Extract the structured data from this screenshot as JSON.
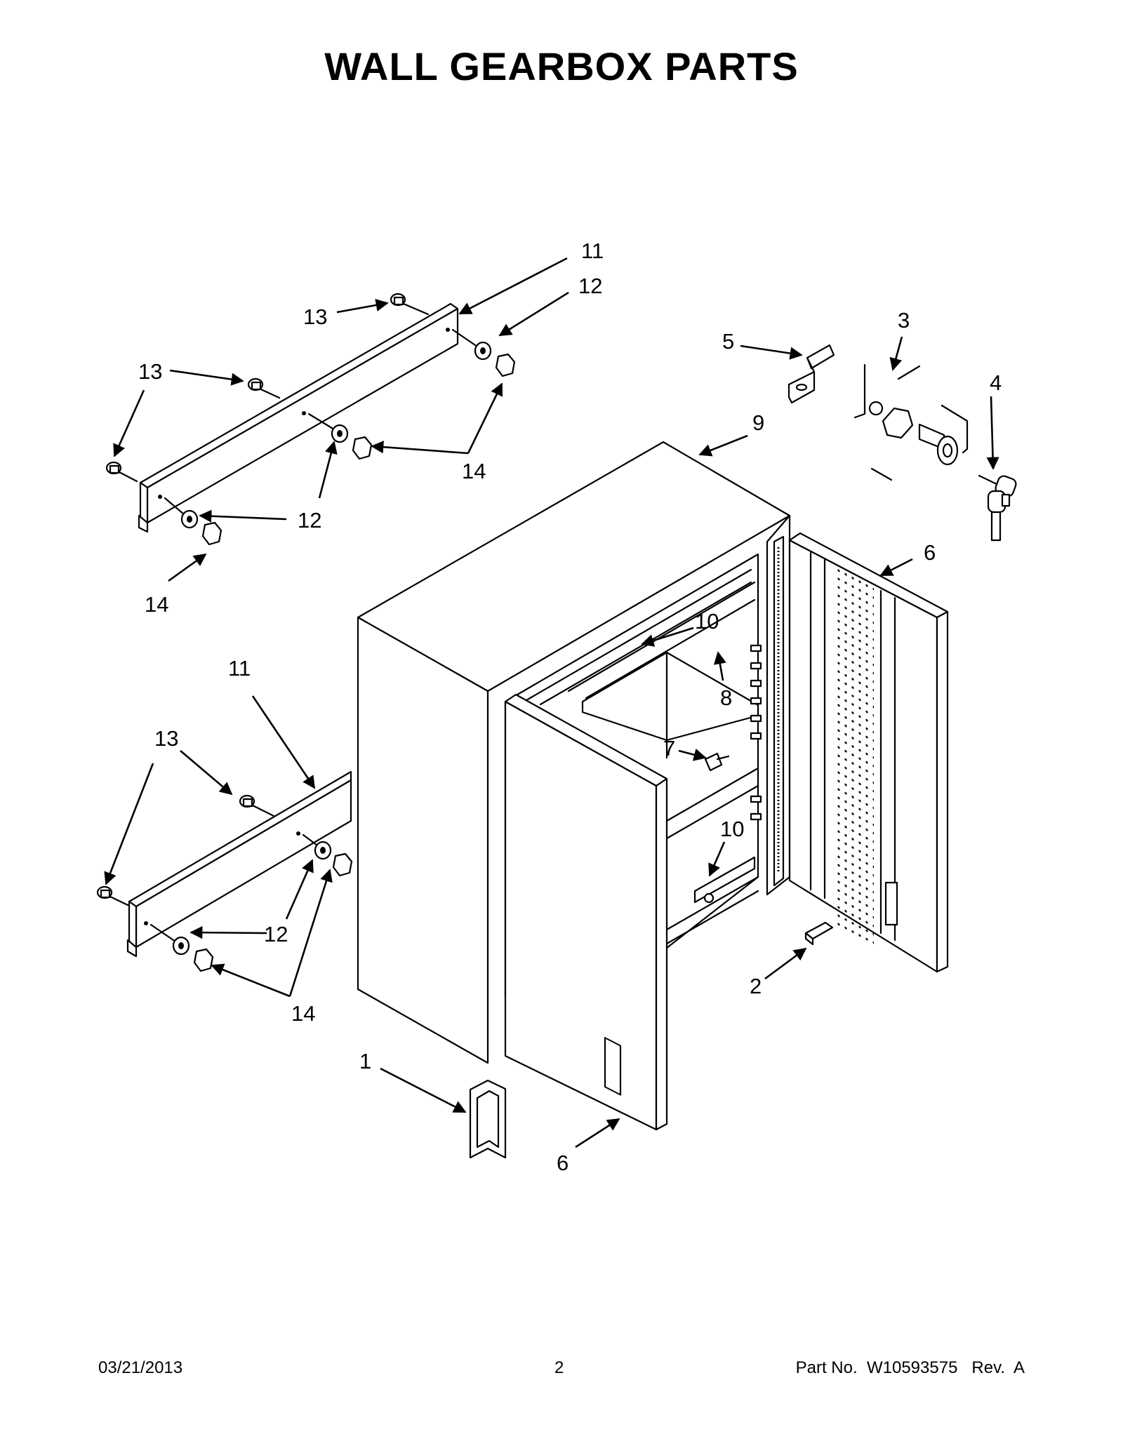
{
  "header": {
    "title": "WALL GEARBOX PARTS"
  },
  "callouts": [
    {
      "id": "c11a",
      "label": "11"
    },
    {
      "id": "c12a",
      "label": "12"
    },
    {
      "id": "c13a",
      "label": "13"
    },
    {
      "id": "c13b",
      "label": "13"
    },
    {
      "id": "c14a",
      "label": "14"
    },
    {
      "id": "c12b",
      "label": "12"
    },
    {
      "id": "c14b",
      "label": "14"
    },
    {
      "id": "c11b",
      "label": "11"
    },
    {
      "id": "c13c",
      "label": "13"
    },
    {
      "id": "c12c",
      "label": "12"
    },
    {
      "id": "c14c",
      "label": "14"
    },
    {
      "id": "c5",
      "label": "5"
    },
    {
      "id": "c3",
      "label": "3"
    },
    {
      "id": "c4",
      "label": "4"
    },
    {
      "id": "c9",
      "label": "9"
    },
    {
      "id": "c6a",
      "label": "6"
    },
    {
      "id": "c10a",
      "label": "10"
    },
    {
      "id": "c8",
      "label": "8"
    },
    {
      "id": "c7",
      "label": "7"
    },
    {
      "id": "c10b",
      "label": "10"
    },
    {
      "id": "c2",
      "label": "2"
    },
    {
      "id": "c1",
      "label": "1"
    },
    {
      "id": "c6b",
      "label": "6"
    }
  ],
  "footer": {
    "date": "03/21/2013",
    "page": "2",
    "part_number": "Part No.  W10593575   Rev.  A"
  }
}
